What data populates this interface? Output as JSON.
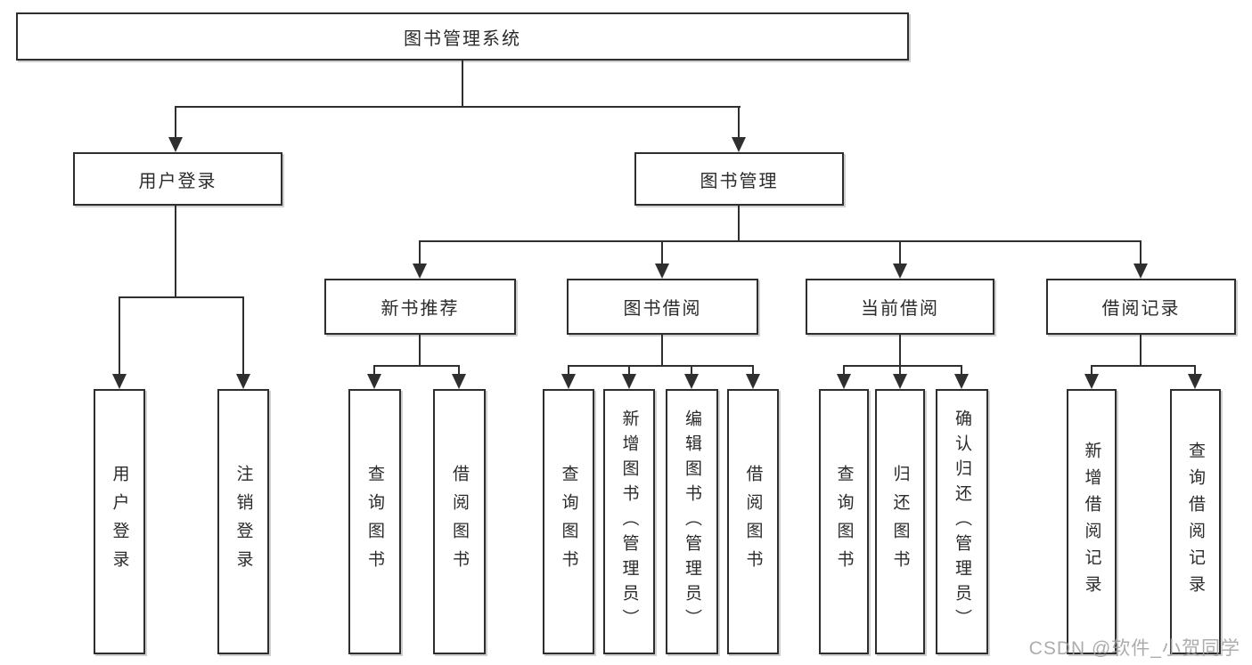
{
  "diagram": {
    "title_node": {
      "label": "图书管理系统"
    },
    "level2": [
      {
        "label": "用户登录"
      },
      {
        "label": "图书管理"
      }
    ],
    "level3": [
      {
        "label": "新书推荐"
      },
      {
        "label": "图书借阅"
      },
      {
        "label": "当前借阅"
      },
      {
        "label": "借阅记录"
      }
    ],
    "leaves": [
      {
        "label": "用户登录"
      },
      {
        "label": "注销登录"
      },
      {
        "label": "查询图书"
      },
      {
        "label": "借阅图书"
      },
      {
        "label": "查询图书"
      },
      {
        "label": "新增图书（管理员）"
      },
      {
        "label": "编辑图书（管理员）"
      },
      {
        "label": "借阅图书"
      },
      {
        "label": "查询图书"
      },
      {
        "label": "归还图书"
      },
      {
        "label": "确认归还（管理员）"
      },
      {
        "label": "新增借阅记录"
      },
      {
        "label": "查询借阅记录"
      }
    ],
    "colors": {
      "line": "#2f2f2f",
      "box_border": "#2e2e2e",
      "box_fill": "#ffffff",
      "text": "#2b2b2b",
      "background": "#ffffff",
      "watermark": "#9e9e9e"
    }
  },
  "watermark": {
    "text": "CSDN @软件_小贺同学"
  }
}
